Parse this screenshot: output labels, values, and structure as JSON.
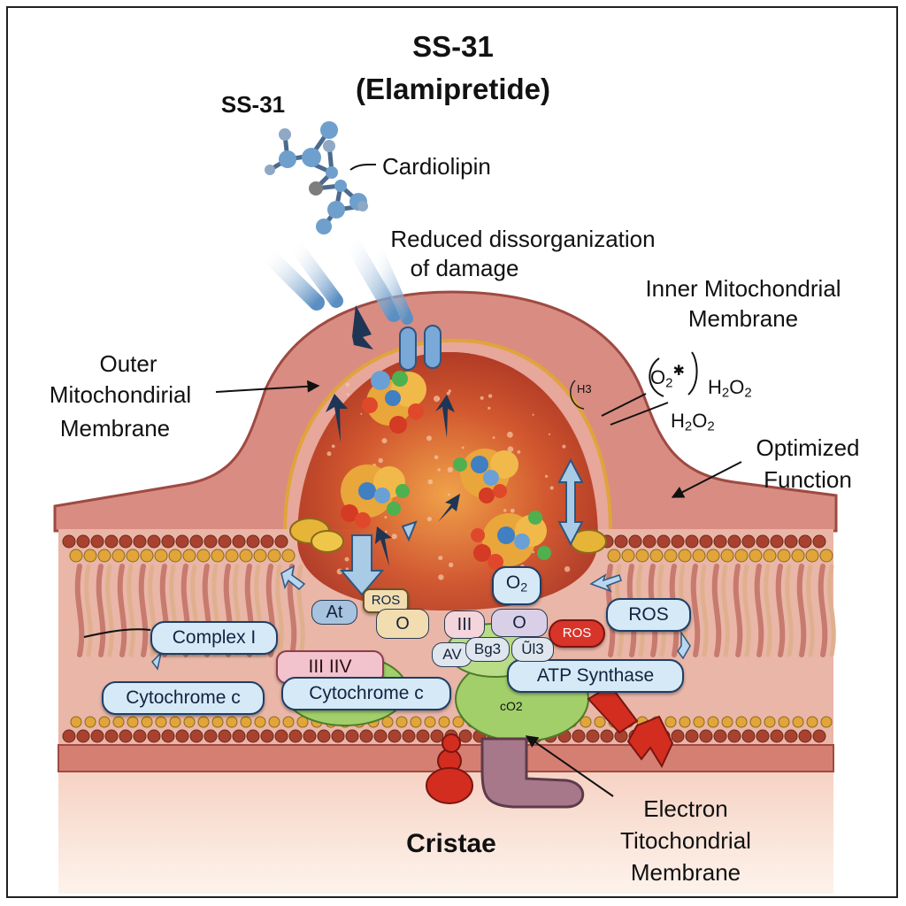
{
  "title": {
    "line1": "SS-31",
    "line2": "(Elamipretide)"
  },
  "labels": {
    "ss31": "SS-31",
    "cardiolipin": "Cardiolipin",
    "reduced_line1": "Reduced dissorganization",
    "reduced_line2": "of damage",
    "inner_line1": "Inner Mitochondrial",
    "inner_line2": "Membrane",
    "outer_line1": "Outer",
    "outer_line2": "Mitochondirial",
    "outer_line3": "Membrane",
    "o2_radical": "O",
    "o2_radical_sub": "2",
    "h2o2_a_1": "H",
    "h2o2_a_2": "2",
    "h2o2_a_3": "O",
    "h2o2_a_4": "2",
    "h2o2_b_1": "H",
    "h2o2_b_2": "2",
    "h2o2_b_3": "O",
    "h2o2_b_4": "2",
    "optimized_line1": "Optimized",
    "optimized_line2": "Function",
    "cristae": "Cristae",
    "electron_line1": "Electron",
    "electron_line2": "Titochondrial",
    "electron_line3": "Membrane"
  },
  "boxes": {
    "complex_i": "Complex I",
    "iii_iiv": "III IIV",
    "cyto_c_left": "Cytochrome c",
    "cyto_c_mid": "Cytochrome c",
    "atp_synthase": "ATP Synthase",
    "ros_right": "ROS",
    "ros_small": "ROS",
    "ros_red": "ROS",
    "o2_mid": "O",
    "o2_mid_sub": "2",
    "iii": "III",
    "o_box_1": "O",
    "o_box_2": "O",
    "at": "At",
    "av": "AV",
    "b": "Bg3",
    "d": "Ũl3",
    "co2": "cO2",
    "h3": "H3"
  },
  "colors": {
    "membrane": "#d98c82",
    "membrane_dark": "#9e4a42",
    "matrix": "#c4492e",
    "lipid_head_red": "#a8422f",
    "lipid_head_gold": "#e2a53a",
    "protein_green": "#8fc45a",
    "box_blue": "#d6e9f7",
    "molecule_blue": "#6f9fcc"
  }
}
